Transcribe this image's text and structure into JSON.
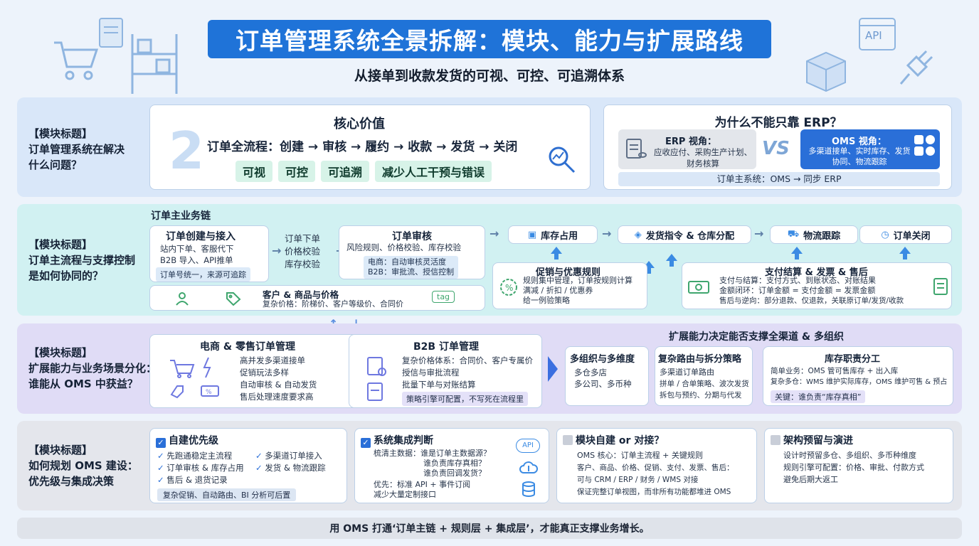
{
  "title": "订单管理系统全景拆解：模块、能力与扩展路线",
  "subtitle": "从接单到收款发货的可视、可控、可追溯体系",
  "colors": {
    "primary": "#1f73d8",
    "row1": "#d9e7f9",
    "row2": "#d1f1f2",
    "row3": "#e0dcf6",
    "row4": "#e4e6ec"
  },
  "deco_icons": {
    "api_label": "API"
  },
  "row1": {
    "label": "【模块标题】\n订单管理系统在解决\n什么问题？",
    "core": {
      "number": "2",
      "title": "核心价值",
      "flow": "订单全流程：创建 → 审核 → 履约 → 收款 → 发货 → 关闭",
      "tags": [
        "可视",
        "可控",
        "可追溯",
        "减少人工干预与错误"
      ]
    },
    "erp": {
      "title": "为什么不能只靠 ERP？",
      "erp_view_title": "ERP 视角：",
      "erp_view_text": "应收应付、采购生产计划、财务核算",
      "vs": "VS",
      "oms_view_title": "OMS 视角：",
      "oms_view_text": "多渠道接单、实时库存、发货协同、物流跟踪",
      "bottom": "订单主系统：OMS → 同步 ERP"
    }
  },
  "row2": {
    "label": "【模块标题】\n订单主流程与支撑控制\n是如何协同的？",
    "main_chain": "订单主业务链",
    "create": {
      "title": "订单创建与接入",
      "l1": "站内下单、客服代下",
      "l2": "B2B 导入、API推单",
      "l3": "订单号统一，来源可追踪"
    },
    "place": {
      "l1": "订单下单",
      "l2": "价格校验",
      "l3": "库存校验"
    },
    "review": {
      "title": "订单审核",
      "l1": "风险规则、价格校验、库存校验",
      "l2": "电商：自动审核灵活度",
      "l3": "B2B：审批流、授信控制"
    },
    "stock": "库存占用",
    "ship": "发货指令 & 仓库分配",
    "track": "物流跟踪",
    "close": "订单关闭",
    "promo": {
      "title": "促销与优惠规则",
      "l1": "规则集中管理，订单按规则计算",
      "l2": "满减 / 折扣 / 优惠券",
      "l3": "给一例验策略"
    },
    "pay": {
      "title": "支付结算 & 发票 & 售后",
      "l1": "支付与结算：支付方式、到账状态、对账结果",
      "l2": "金额闭环：订单金额 = 支付金额 = 发票金额",
      "l3": "售后与逆向：部分退款、仅退款，关联原订单/发货/收款"
    },
    "customer": {
      "title": "客户 & 商品与价格",
      "l1": "复杂价格：阶梯价、客户等级价、合同价",
      "tag": "tag"
    }
  },
  "row3": {
    "label": "【模块标题】\n扩展能力与业务场景分化：\n谁能从 OMS 中获益？",
    "ecom": {
      "title": "电商 & 零售订单管理",
      "l1": "高并发多渠道接单",
      "l2": "促销玩法多样",
      "l3": "自动审核 & 自动发货",
      "l4": "售后处理速度要求高"
    },
    "b2b": {
      "title": "B2B 订单管理",
      "l1": "复杂价格体系：合同价、客户专属价",
      "l2": "授信与审批流程",
      "l3": "批量下单与对账结算",
      "l4": "策略引擎可配置，不写死在流程里"
    },
    "ext_title": "扩展能力决定能否支撑全渠道 & 多组织",
    "org": {
      "title": "多组织与多维度",
      "l1": "多仓多店",
      "l2": "多公司、多币种"
    },
    "routing": {
      "title": "复杂路由与拆分策略",
      "l1": "多渠道订单路由",
      "l2": "拼单 / 合单策略、波次发货",
      "l3": "拆包与预约、分期与代发"
    },
    "inventory": {
      "title": "库存职责分工",
      "l1": "简单业务：OMS 管可售库存 + 出入库",
      "l2": "复杂多仓：WMS 维护实际库存，OMS 维护可售 & 预占",
      "l3": "关键：谁负责“库存真相”"
    }
  },
  "row4": {
    "label": "【模块标题】\n如何规划 OMS 建设：\n优先级与集成决策",
    "priority": {
      "title": "自建优先级",
      "items": [
        "先跑通稳定主流程",
        "多渠道订单接入",
        "订单审核 & 库存占用",
        "发货 & 物流跟踪",
        "售后 & 退货记录"
      ],
      "bottom": "复杂促销、自动路由、BI 分析可后置"
    },
    "integration": {
      "title": "系统集成判断",
      "l1": "梳清主数据：谁是订单主数据源？",
      "l2": "谁负责库存真相？",
      "l3": "谁负责回调发货？",
      "l4": "优先：标准 API + 事件订阅",
      "l5": "减少大量定制接口",
      "api": "API"
    },
    "build": {
      "title": "模块自建 or 对接？",
      "l1": "OMS 核心：订单主流程 + 关键规则",
      "l2": "客户、商品、价格、促销、支付、发票、售后：",
      "l3": "可与 CRM / ERP / 财务 / WMS 对接",
      "l4": "保证完整订单视图，而非所有功能都堆进 OMS"
    },
    "arch": {
      "title": "架构预留与演进",
      "l1": "设计时预留多仓、多组织、多币种维度",
      "l2": "规则引擎可配置：价格、审批、付款方式",
      "l3": "避免后期大返工"
    }
  },
  "footer": "用 OMS 打通‘订单主链 + 规则层 + 集成层’，才能真正支撑业务增长。"
}
